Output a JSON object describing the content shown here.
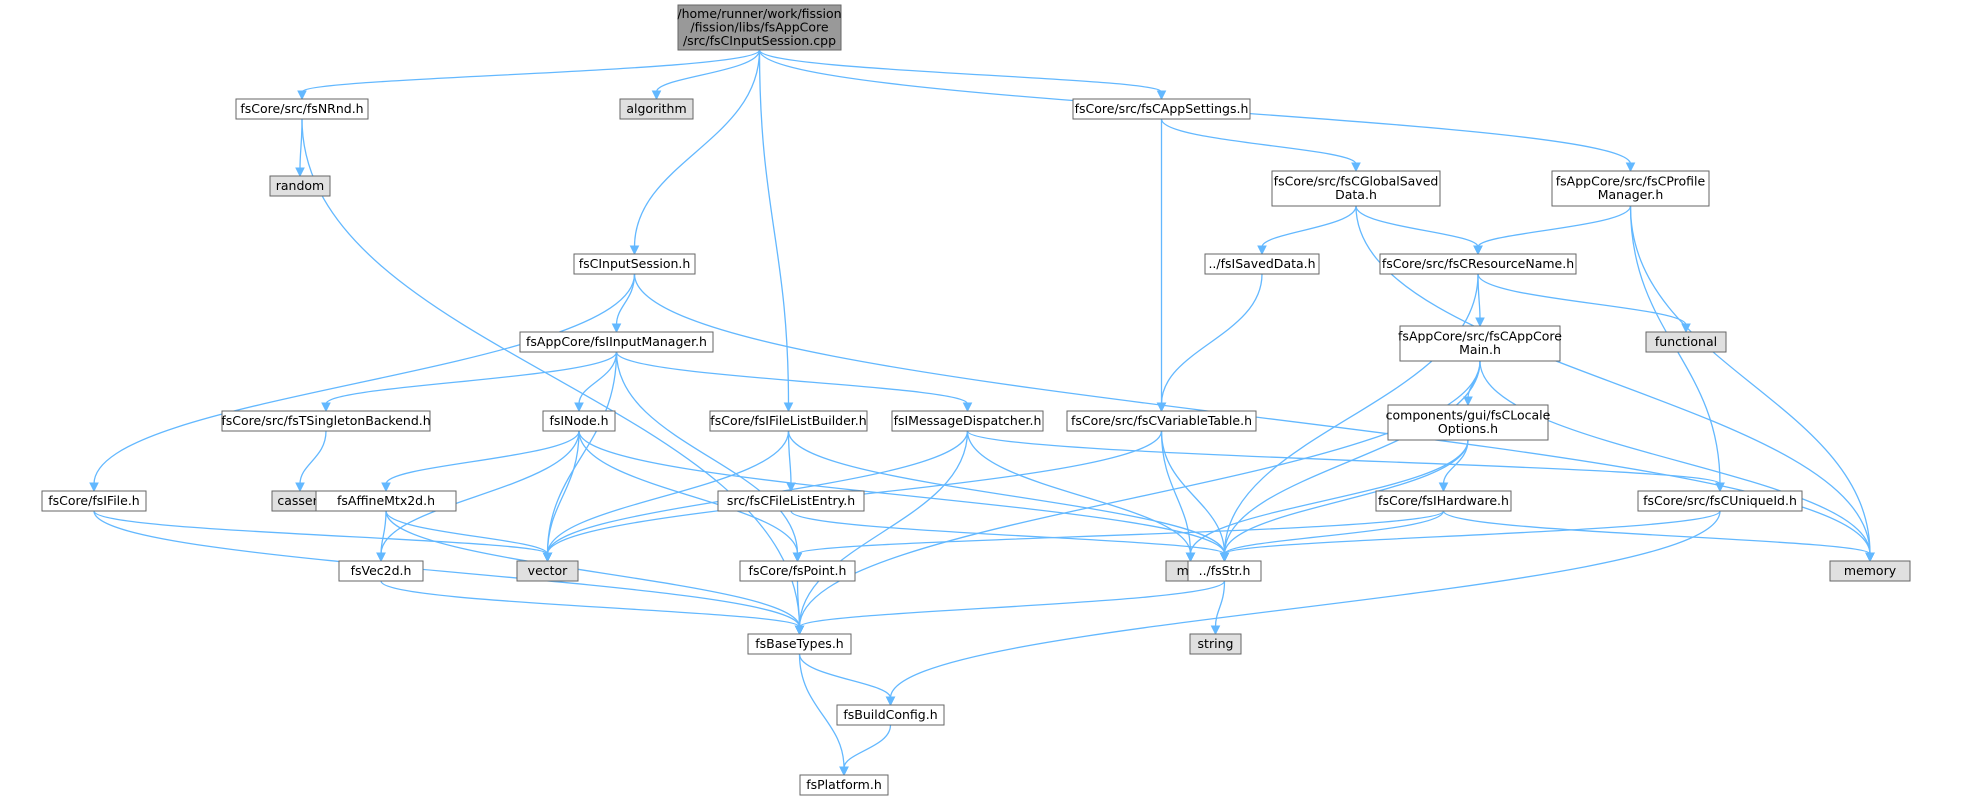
{
  "graph": {
    "colors": {
      "root_fill": "#999999",
      "header_fill": "#ffffff",
      "system_fill": "#e0e0e0",
      "border": "#666666",
      "edge": "#63b8ff"
    },
    "nodes": [
      {
        "id": "root",
        "lines": [
          "/home/runner/work/fission",
          "/fission/libs/fsAppCore",
          "/src/fsCInputSession.cpp"
        ],
        "kind": "root"
      },
      {
        "id": "nrnd",
        "lines": [
          "fsCore/src/fsNRnd.h"
        ],
        "kind": "header"
      },
      {
        "id": "algorithm",
        "lines": [
          "algorithm"
        ],
        "kind": "system"
      },
      {
        "id": "appsettings",
        "lines": [
          "fsCore/src/fsCAppSettings.h"
        ],
        "kind": "header"
      },
      {
        "id": "profilemgr",
        "lines": [
          "fsAppCore/src/fsCProfile",
          "Manager.h"
        ],
        "kind": "header"
      },
      {
        "id": "random",
        "lines": [
          "random"
        ],
        "kind": "system"
      },
      {
        "id": "globalsaved",
        "lines": [
          "fsCore/src/fsCGlobalSaved",
          "Data.h"
        ],
        "kind": "header"
      },
      {
        "id": "inputsession",
        "lines": [
          "fsCInputSession.h"
        ],
        "kind": "header"
      },
      {
        "id": "isaveddata",
        "lines": [
          "../fsISavedData.h"
        ],
        "kind": "header"
      },
      {
        "id": "resourcename",
        "lines": [
          "fsCore/src/fsCResourceName.h"
        ],
        "kind": "header"
      },
      {
        "id": "inputmanager",
        "lines": [
          "fsAppCore/fsIInputManager.h"
        ],
        "kind": "header"
      },
      {
        "id": "appcoremain",
        "lines": [
          "fsAppCore/src/fsCAppCore",
          "Main.h"
        ],
        "kind": "header"
      },
      {
        "id": "functional",
        "lines": [
          "functional"
        ],
        "kind": "system"
      },
      {
        "id": "tsingleton",
        "lines": [
          "fsCore/src/fsTSingletonBackend.h"
        ],
        "kind": "header"
      },
      {
        "id": "inode",
        "lines": [
          "fsINode.h"
        ],
        "kind": "header"
      },
      {
        "id": "filelistbuilder",
        "lines": [
          "fsCore/fsIFileListBuilder.h"
        ],
        "kind": "header"
      },
      {
        "id": "msgdispatcher",
        "lines": [
          "fsIMessageDispatcher.h"
        ],
        "kind": "header"
      },
      {
        "id": "variabletable",
        "lines": [
          "fsCore/src/fsCVariableTable.h"
        ],
        "kind": "header"
      },
      {
        "id": "localeoptions",
        "lines": [
          "components/gui/fsCLocale",
          "Options.h"
        ],
        "kind": "header"
      },
      {
        "id": "ifile",
        "lines": [
          "fsCore/fsIFile.h"
        ],
        "kind": "header"
      },
      {
        "id": "cassert",
        "lines": [
          "cassert"
        ],
        "kind": "system"
      },
      {
        "id": "affinemtx",
        "lines": [
          "fsAffineMtx2d.h"
        ],
        "kind": "header"
      },
      {
        "id": "filelistentry",
        "lines": [
          "src/fsCFileListEntry.h"
        ],
        "kind": "header"
      },
      {
        "id": "map",
        "lines": [
          "map"
        ],
        "kind": "system"
      },
      {
        "id": "ihardware",
        "lines": [
          "fsCore/fsIHardware.h"
        ],
        "kind": "header"
      },
      {
        "id": "uniqueid",
        "lines": [
          "fsCore/src/fsCUniqueId.h"
        ],
        "kind": "header"
      },
      {
        "id": "vec2d",
        "lines": [
          "fsVec2d.h"
        ],
        "kind": "header"
      },
      {
        "id": "vector",
        "lines": [
          "vector"
        ],
        "kind": "system"
      },
      {
        "id": "point",
        "lines": [
          "fsCore/fsPoint.h"
        ],
        "kind": "header"
      },
      {
        "id": "str",
        "lines": [
          "../fsStr.h"
        ],
        "kind": "header"
      },
      {
        "id": "memory",
        "lines": [
          "memory"
        ],
        "kind": "system"
      },
      {
        "id": "string",
        "lines": [
          "string"
        ],
        "kind": "system"
      },
      {
        "id": "basetypes",
        "lines": [
          "fsBaseTypes.h"
        ],
        "kind": "header"
      },
      {
        "id": "buildconfig",
        "lines": [
          "fsBuildConfig.h"
        ],
        "kind": "header"
      },
      {
        "id": "platform",
        "lines": [
          "fsPlatform.h"
        ],
        "kind": "header"
      }
    ],
    "edges": [
      [
        "root",
        "nrnd"
      ],
      [
        "root",
        "algorithm"
      ],
      [
        "root",
        "appsettings"
      ],
      [
        "root",
        "profilemgr"
      ],
      [
        "root",
        "inputsession"
      ],
      [
        "root",
        "filelistbuilder"
      ],
      [
        "nrnd",
        "random"
      ],
      [
        "nrnd",
        "basetypes"
      ],
      [
        "appsettings",
        "globalsaved"
      ],
      [
        "appsettings",
        "variabletable"
      ],
      [
        "profilemgr",
        "resourcename"
      ],
      [
        "profilemgr",
        "uniqueid"
      ],
      [
        "profilemgr",
        "memory"
      ],
      [
        "globalsaved",
        "isaveddata"
      ],
      [
        "globalsaved",
        "resourcename"
      ],
      [
        "globalsaved",
        "memory"
      ],
      [
        "isaveddata",
        "variabletable"
      ],
      [
        "resourcename",
        "appcoremain"
      ],
      [
        "resourcename",
        "functional"
      ],
      [
        "resourcename",
        "str"
      ],
      [
        "inputsession",
        "inputmanager"
      ],
      [
        "inputsession",
        "ifile"
      ],
      [
        "inputsession",
        "memory"
      ],
      [
        "inputmanager",
        "tsingleton"
      ],
      [
        "inputmanager",
        "inode"
      ],
      [
        "inputmanager",
        "msgdispatcher"
      ],
      [
        "inputmanager",
        "vector"
      ],
      [
        "inputmanager",
        "point"
      ],
      [
        "appcoremain",
        "localeoptions"
      ],
      [
        "appcoremain",
        "str"
      ],
      [
        "appcoremain",
        "basetypes"
      ],
      [
        "appcoremain",
        "memory"
      ],
      [
        "tsingleton",
        "cassert"
      ],
      [
        "inode",
        "affinemtx"
      ],
      [
        "inode",
        "vec2d"
      ],
      [
        "inode",
        "vector"
      ],
      [
        "inode",
        "point"
      ],
      [
        "inode",
        "str"
      ],
      [
        "filelistbuilder",
        "filelistentry"
      ],
      [
        "filelistbuilder",
        "vector"
      ],
      [
        "filelistbuilder",
        "str"
      ],
      [
        "msgdispatcher",
        "map"
      ],
      [
        "msgdispatcher",
        "vector"
      ],
      [
        "msgdispatcher",
        "basetypes"
      ],
      [
        "msgdispatcher",
        "uniqueid"
      ],
      [
        "variabletable",
        "map"
      ],
      [
        "variabletable",
        "str"
      ],
      [
        "variabletable",
        "vector"
      ],
      [
        "localeoptions",
        "map"
      ],
      [
        "localeoptions",
        "ihardware"
      ],
      [
        "localeoptions",
        "str"
      ],
      [
        "ifile",
        "vector"
      ],
      [
        "ifile",
        "basetypes"
      ],
      [
        "affinemtx",
        "vec2d"
      ],
      [
        "affinemtx",
        "vector"
      ],
      [
        "affinemtx",
        "basetypes"
      ],
      [
        "filelistentry",
        "str"
      ],
      [
        "ihardware",
        "point"
      ],
      [
        "ihardware",
        "str"
      ],
      [
        "ihardware",
        "memory"
      ],
      [
        "uniqueid",
        "str"
      ],
      [
        "uniqueid",
        "buildconfig"
      ],
      [
        "vec2d",
        "basetypes"
      ],
      [
        "point",
        "basetypes"
      ],
      [
        "str",
        "string"
      ],
      [
        "str",
        "basetypes"
      ],
      [
        "basetypes",
        "buildconfig"
      ],
      [
        "basetypes",
        "platform"
      ],
      [
        "buildconfig",
        "platform"
      ]
    ]
  }
}
